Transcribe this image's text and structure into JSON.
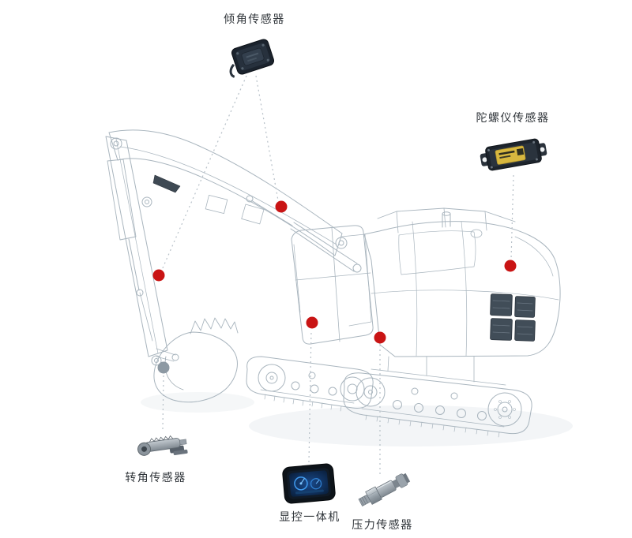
{
  "diagram": {
    "background": "#ffffff",
    "colors": {
      "marker_red": "#c91414",
      "marker_gray": "#8d99a3",
      "wireframe": "#a9b5be",
      "dashed_line": "#b7c0c8"
    },
    "sensors": {
      "tilt": {
        "label": "倾角传感器"
      },
      "gyro": {
        "label": "陀螺仪传感器"
      },
      "rotation": {
        "label": "转角传感器"
      },
      "display": {
        "label": "显控一体机"
      },
      "pressure": {
        "label": "压力传感器"
      }
    }
  }
}
